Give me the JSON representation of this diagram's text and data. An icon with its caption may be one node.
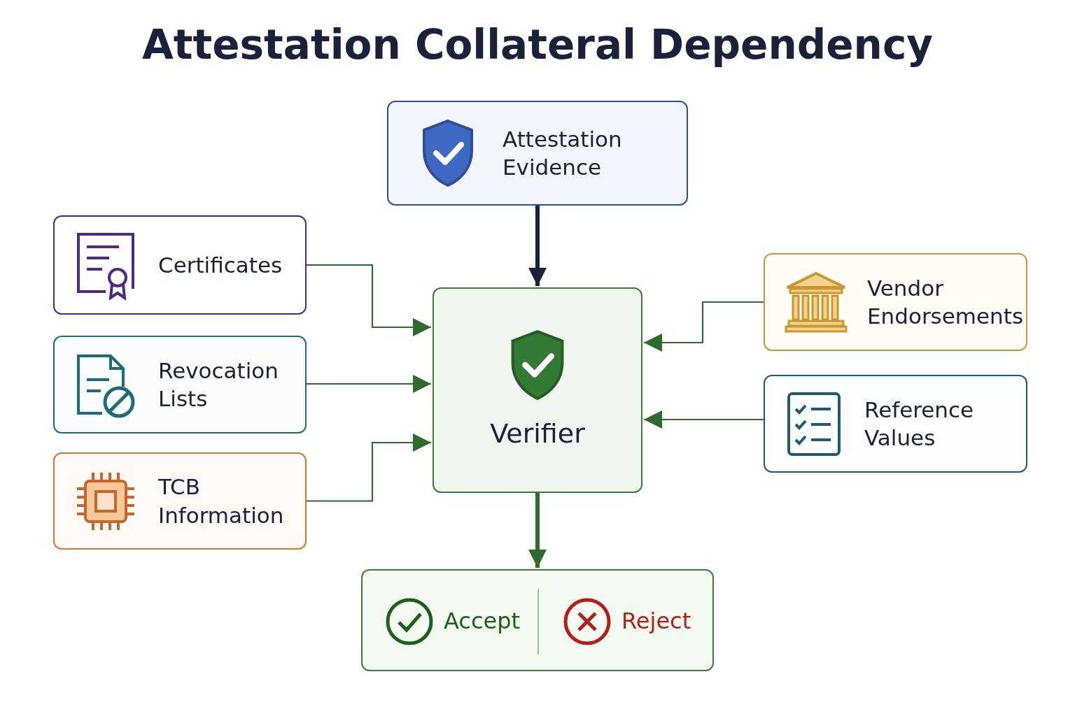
{
  "diagram": {
    "title": "Attestation Collateral Dependency",
    "nodes": [
      {
        "text": [
          "Attestation Evidence"
        ]
      },
      {
        "text": [
          "Certificates"
        ]
      },
      {
        "text": [
          "Revocation Lists"
        ]
      },
      {
        "text": [
          "TCB Information"
        ]
      },
      {
        "text": [
          "Verifier"
        ]
      },
      {
        "text": [
          "Vendor Endorsements"
        ]
      },
      {
        "text": [
          "Reference Values"
        ]
      },
      {
        "text": [],
        "shape": "box"
      },
      {
        "text": [
          "Accept"
        ],
        "in": 7
      },
      {
        "text": [
          "Reject"
        ],
        "in": 7
      }
    ],
    "edges": [
      {
        "from": 0,
        "to": 4,
        "arrow": "to",
        "style": "thick",
        "color": "#1b2138"
      },
      {
        "from": 1,
        "to": 4,
        "arrow": "to"
      },
      {
        "from": 2,
        "to": 4,
        "arrow": "to"
      },
      {
        "from": 3,
        "to": 4,
        "arrow": "to"
      },
      {
        "from": 5,
        "to": 4,
        "arrow": "to"
      },
      {
        "from": 6,
        "to": 4,
        "arrow": "to"
      },
      {
        "from": 4,
        "to": 7,
        "arrow": "to",
        "style": "thick"
      }
    ]
  }
}
